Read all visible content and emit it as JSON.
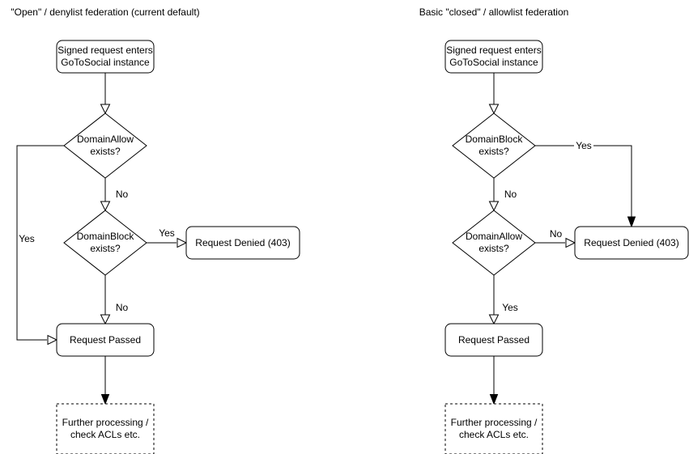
{
  "diagram": {
    "left": {
      "title": "\"Open\" / denylist federation (current default)",
      "start": [
        "Signed request enters",
        "GoToSocial instance"
      ],
      "decision1": [
        "DomainAllow",
        "exists?"
      ],
      "decision2": [
        "DomainBlock",
        "exists?"
      ],
      "denied": "Request Denied (403)",
      "passed": "Request Passed",
      "further": [
        "Further processing /",
        "check ACLs etc."
      ],
      "labels": {
        "decision1_yes": "Yes",
        "decision1_no": "No",
        "decision2_yes": "Yes",
        "decision2_no": "No"
      }
    },
    "right": {
      "title": "Basic \"closed\" / allowlist federation",
      "start": [
        "Signed request enters",
        "GoToSocial instance"
      ],
      "decision1": [
        "DomainBlock",
        "exists?"
      ],
      "decision2": [
        "DomainAllow",
        "exists?"
      ],
      "denied": "Request Denied (403)",
      "passed": "Request Passed",
      "further": [
        "Further processing /",
        "check ACLs etc."
      ],
      "labels": {
        "decision1_yes": "Yes",
        "decision1_no": "No",
        "decision2_yes": "Yes",
        "decision2_no": "No"
      }
    },
    "colors": {
      "stroke": "#000000",
      "text": "#000000",
      "background": "#ffffff"
    }
  }
}
